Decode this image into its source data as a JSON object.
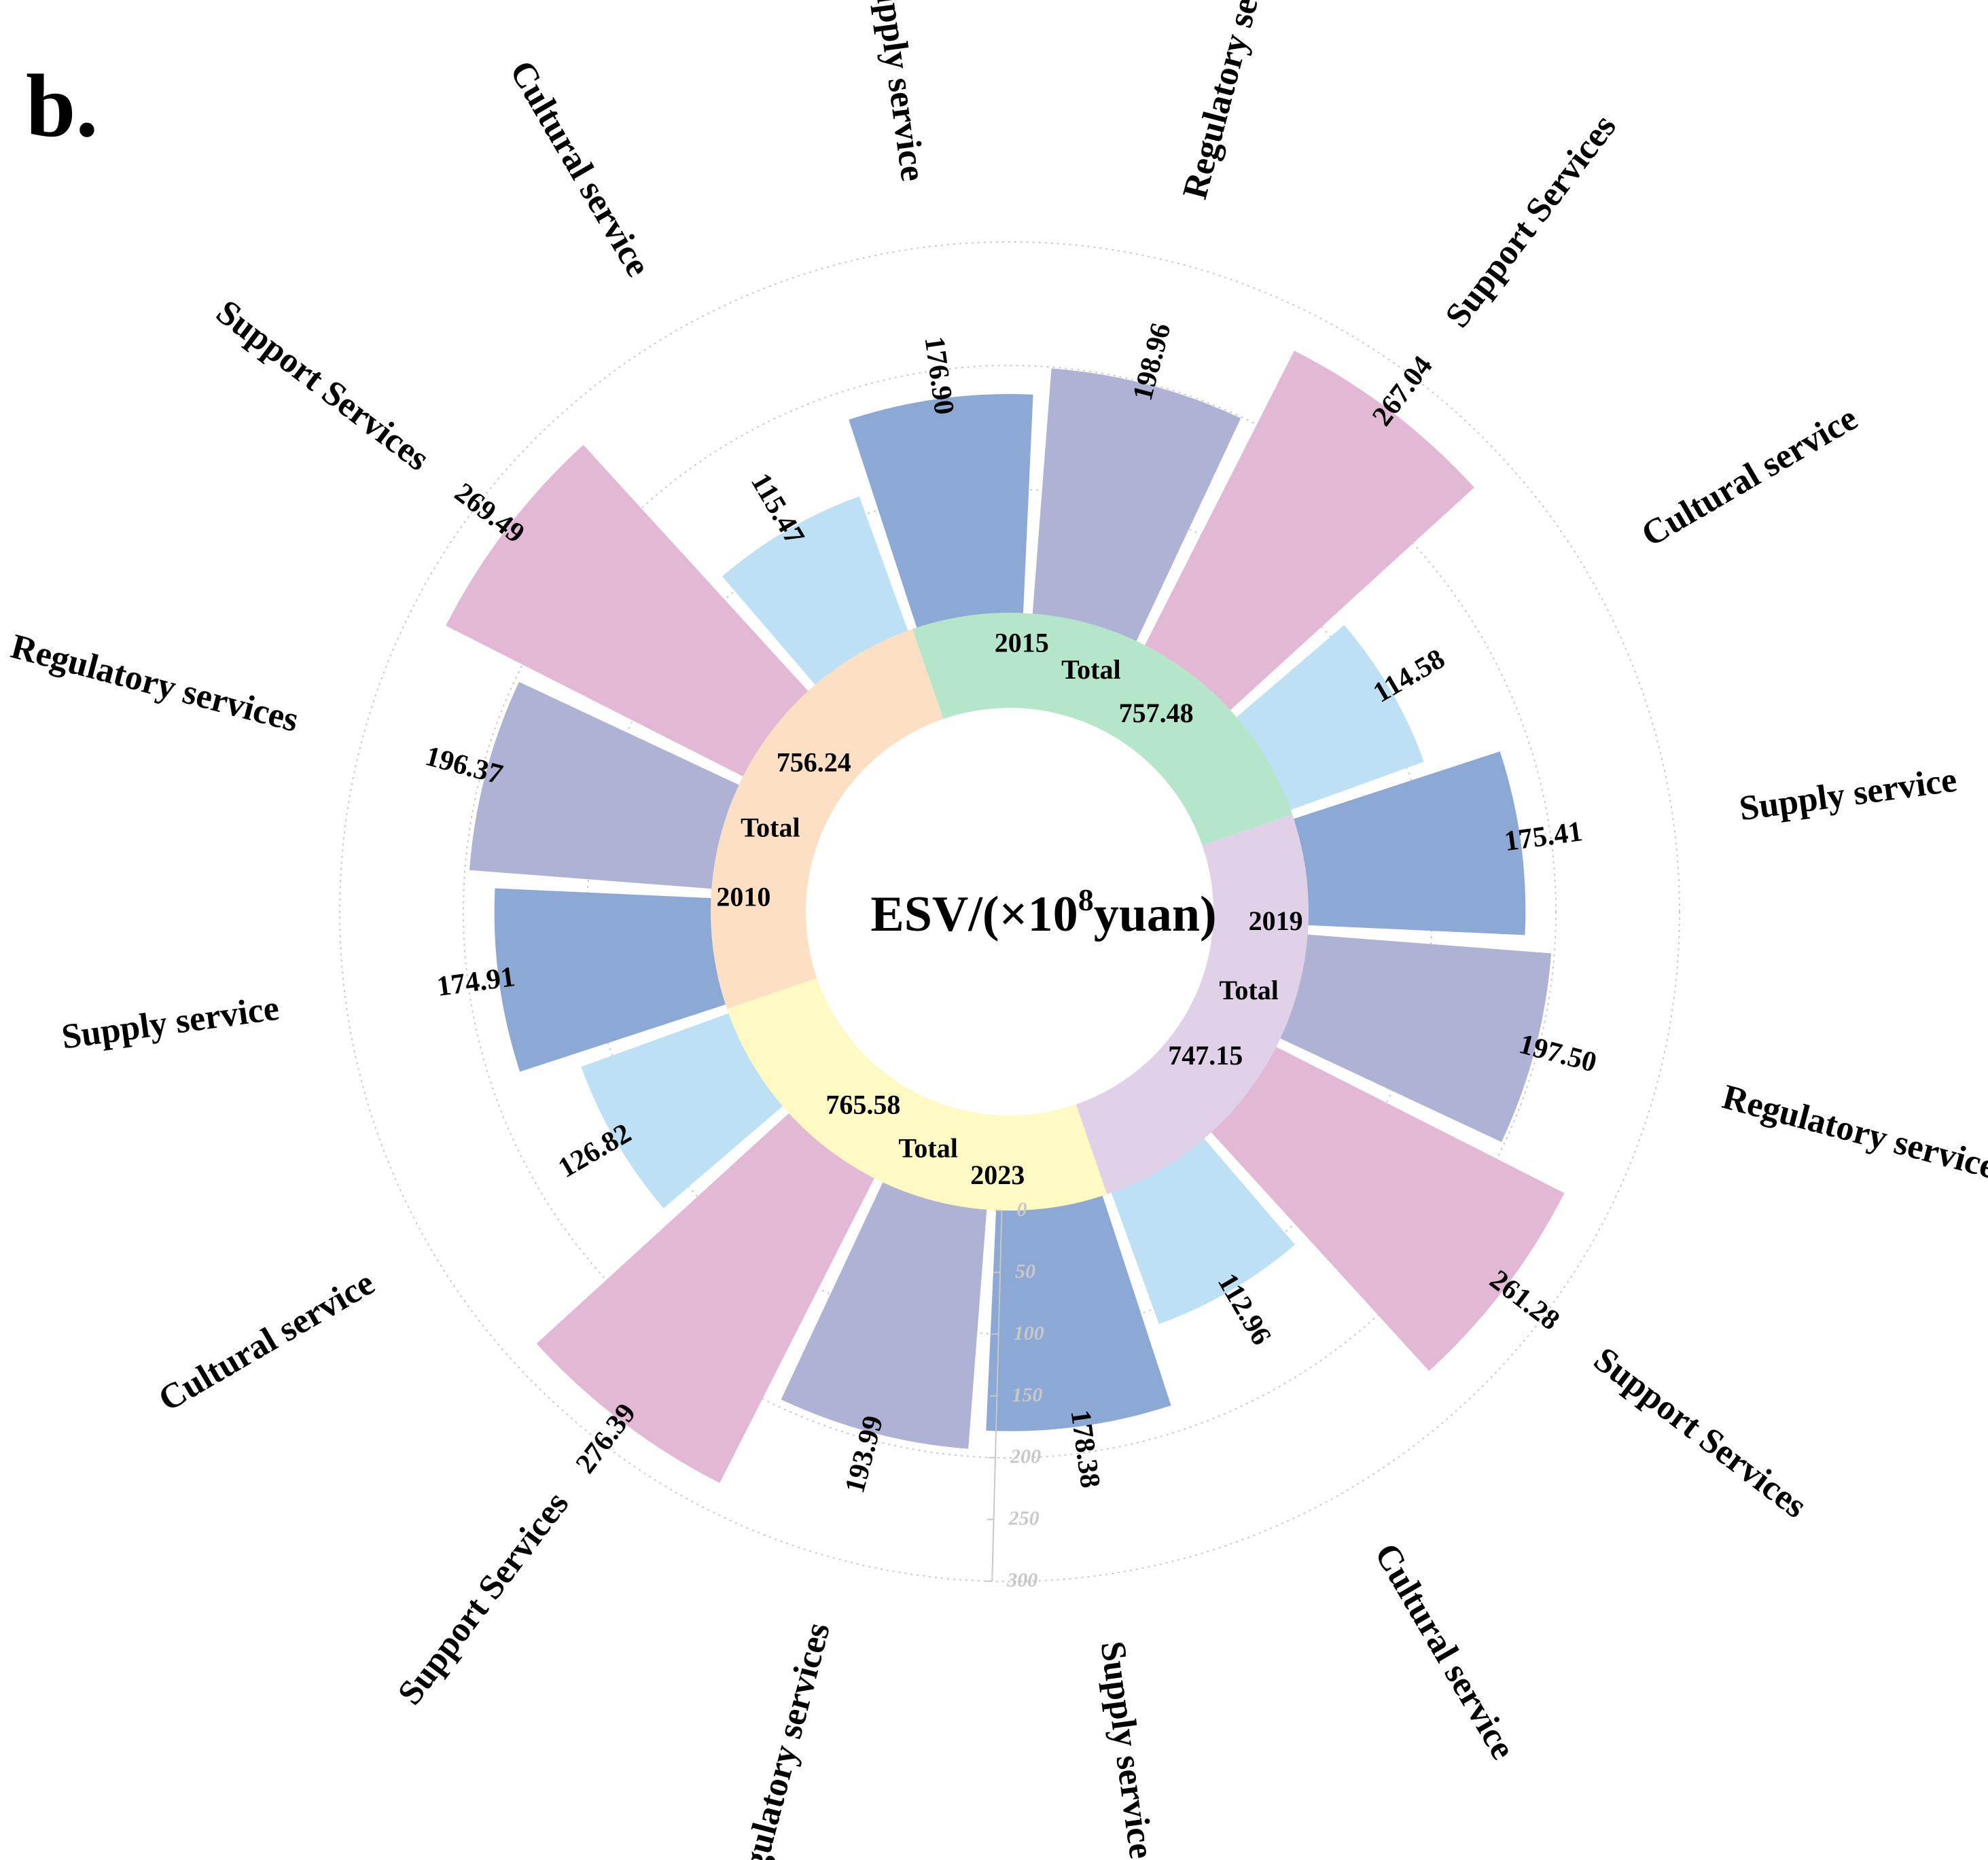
{
  "panel_label": "b.",
  "center_title": {
    "main": "ESV/(×10",
    "sup": "8",
    "tail": "yuan)"
  },
  "total_word": "Total",
  "colors": {
    "Cultural service": "#bde0f4",
    "Supply service": "#8ca8d4",
    "Regulatory services": "#aeb2d4",
    "Support Services": "#e3b8d5"
  },
  "chart_data": {
    "type": "polar-bar",
    "radial_axis": {
      "ticks": [
        "0",
        "50",
        "100",
        "150",
        "200",
        "250",
        "300"
      ],
      "range": [
        0,
        300
      ]
    },
    "groups": [
      {
        "year": "2015",
        "total": "757.48",
        "ring_color": "#b6e6c9",
        "bars": [
          {
            "category": "Supply service",
            "value": 176.9,
            "label": "176.90"
          },
          {
            "category": "Regulatory services",
            "value": 198.96,
            "label": "198.96"
          },
          {
            "category": "Support Services",
            "value": 267.04,
            "label": "267.04"
          },
          {
            "category": "Cultural service",
            "value": 114.58,
            "label": "114.58"
          }
        ]
      },
      {
        "year": "2019",
        "total": "747.15",
        "ring_color": "#e0d0e8",
        "bars": [
          {
            "category": "Supply service",
            "value": 175.41,
            "label": "175.41"
          },
          {
            "category": "Regulatory services",
            "value": 197.5,
            "label": "197.50"
          },
          {
            "category": "Support Services",
            "value": 261.28,
            "label": "261.28"
          },
          {
            "category": "Cultural service",
            "value": 112.96,
            "label": "112.96"
          }
        ]
      },
      {
        "year": "2023",
        "total": "765.58",
        "ring_color": "#fffac4",
        "bars": [
          {
            "category": "Supply service",
            "value": 178.38,
            "label": "178.38"
          },
          {
            "category": "Regulatory services",
            "value": 193.99,
            "label": "193.99"
          },
          {
            "category": "Support Services",
            "value": 276.39,
            "label": "276.39"
          },
          {
            "category": "Cultural service",
            "value": 126.82,
            "label": "126.82"
          }
        ]
      },
      {
        "year": "2010",
        "total": "756.24",
        "ring_color": "#fddfc4",
        "bars": [
          {
            "category": "Supply service",
            "value": 174.91,
            "label": "174.91"
          },
          {
            "category": "Regulatory services",
            "value": 196.37,
            "label": "196.37"
          },
          {
            "category": "Support Services",
            "value": 269.49,
            "label": "269.49"
          },
          {
            "category": "Cultural service",
            "value": 115.47,
            "label": "115.47"
          }
        ]
      }
    ]
  }
}
